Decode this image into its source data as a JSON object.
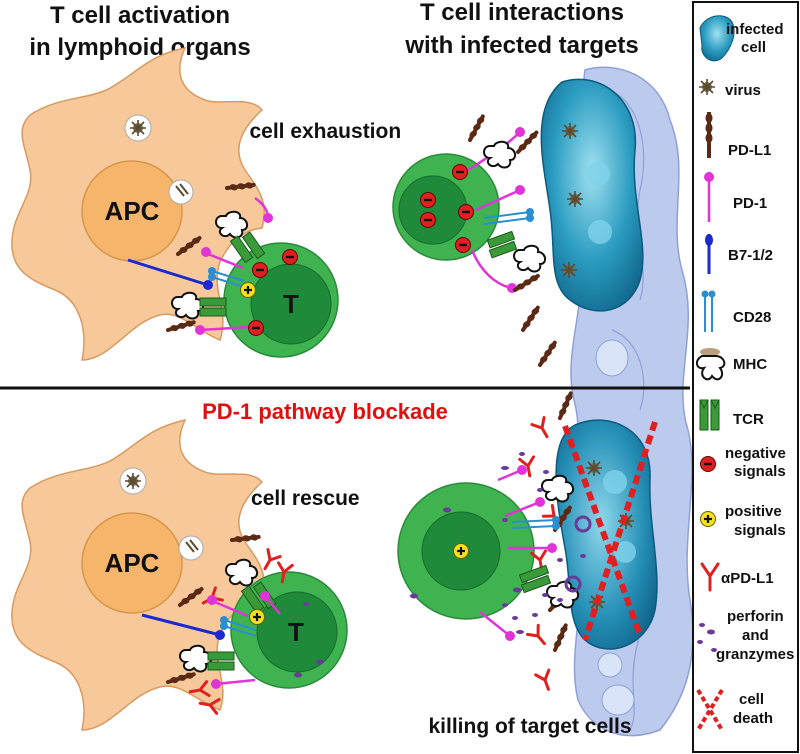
{
  "headers": {
    "left_line1": "T cell activation",
    "left_line2": "in lymphoid organs",
    "right_line1": "T cell interactions",
    "right_line2": "with infected targets"
  },
  "top_panel": {
    "exhaustion_label": "T cell exhaustion",
    "apc_label": "APC",
    "t_label": "T"
  },
  "bottom_panel": {
    "blockade_label": "PD-1 pathway blockade",
    "rescue_label": "T cell rescue",
    "apc_label": "APC",
    "t_label": "T",
    "killing_label": "killing of target cells"
  },
  "legend": {
    "items": [
      {
        "id": "infected",
        "lines": [
          "infected",
          "cell"
        ]
      },
      {
        "id": "virus",
        "lines": [
          "virus"
        ]
      },
      {
        "id": "pdl1",
        "lines": [
          "PD-L1"
        ]
      },
      {
        "id": "pd1",
        "lines": [
          "PD-1"
        ]
      },
      {
        "id": "b7",
        "lines": [
          "B7-1/2"
        ]
      },
      {
        "id": "cd28",
        "lines": [
          "CD28"
        ]
      },
      {
        "id": "mhc",
        "lines": [
          "MHC"
        ]
      },
      {
        "id": "tcr",
        "lines": [
          "TCR"
        ]
      },
      {
        "id": "neg",
        "lines": [
          "negative",
          "signals"
        ]
      },
      {
        "id": "pos",
        "lines": [
          "positive",
          "signals"
        ]
      },
      {
        "id": "apdl1",
        "lines": [
          "αPD-L1"
        ]
      },
      {
        "id": "perforin",
        "lines": [
          "perforin",
          "and",
          "granzymes"
        ]
      },
      {
        "id": "death",
        "lines": [
          "cell",
          "death"
        ]
      }
    ]
  },
  "colors": {
    "apc": "#f7c99a",
    "apc_nucleus": "#f5b56a",
    "t_cell": "#3fb34f",
    "t_nucleus": "#1f8a3a",
    "pd1": "#e033d8",
    "pdl1": "#5a2a14",
    "b7": "#1a2ad0",
    "cd28": "#2a8fd0",
    "tcr": "#3a9a3a",
    "negative": "#e02020",
    "positive": "#f5e020",
    "apdl1": "#e02020",
    "perforin": "#6a3a9a",
    "infected_cell": "#1f8fb0",
    "tissue": "#b9c8ec",
    "blockade_text": "#e01010"
  }
}
